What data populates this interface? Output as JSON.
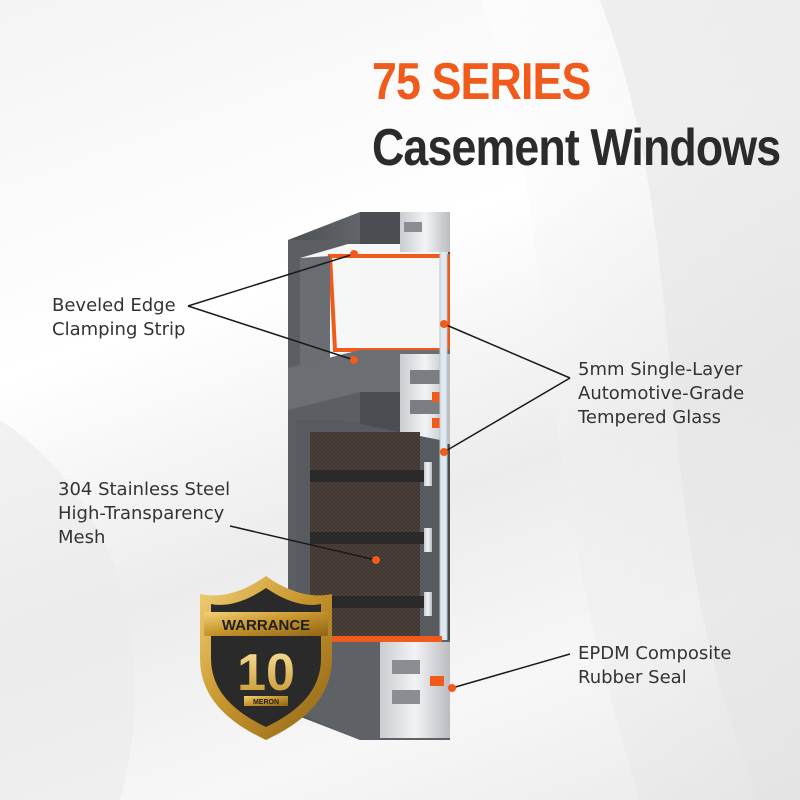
{
  "colors": {
    "accent": "#f05a1a",
    "title_dark": "#2b2b2b",
    "frame": "#5a5d61",
    "seal": "#f05a1a",
    "badge_gold": "#c9972e",
    "badge_dark": "#2a2a2a"
  },
  "title": {
    "line1": "75 SERIES",
    "line2": "Casement Windows"
  },
  "callouts": {
    "clamping_strip": {
      "line1": "Beveled Edge",
      "line2": "Clamping Strip"
    },
    "glass": {
      "line1": "5mm Single-Layer",
      "line2": "Automotive-Grade",
      "line3": "Tempered Glass"
    },
    "mesh": {
      "line1": "304 Stainless Steel",
      "line2": "High-Transparency",
      "line3": "Mesh"
    },
    "seal": {
      "line1": "EPDM Composite",
      "line2": "Rubber Seal"
    }
  },
  "badge": {
    "label": "WARRANCE",
    "years": "10",
    "brand": "MERON",
    "icon": "shield-warranty-icon"
  },
  "product": {
    "icon": "casement-window-cross-section"
  }
}
